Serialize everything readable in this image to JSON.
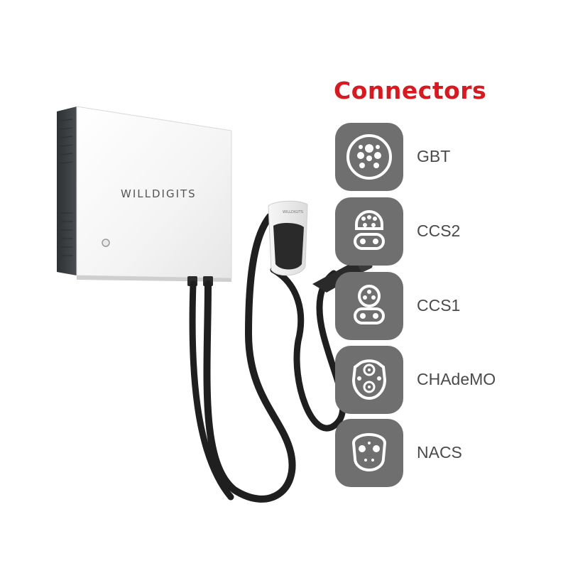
{
  "title": "Connectors",
  "brand": "WILLDIGITS",
  "holster_brand": "WILLDIGITS",
  "connectors": [
    {
      "label": "GBT",
      "icon": "gbt-connector-icon"
    },
    {
      "label": "CCS2",
      "icon": "ccs2-connector-icon"
    },
    {
      "label": "CCS1",
      "icon": "ccs1-connector-icon"
    },
    {
      "label": "CHAdeMO",
      "icon": "chademo-connector-icon"
    },
    {
      "label": "NACS",
      "icon": "nacs-connector-icon"
    }
  ],
  "colors": {
    "title": "#d71920",
    "tile": "#6f6f6f",
    "label": "#4a4a4a"
  }
}
